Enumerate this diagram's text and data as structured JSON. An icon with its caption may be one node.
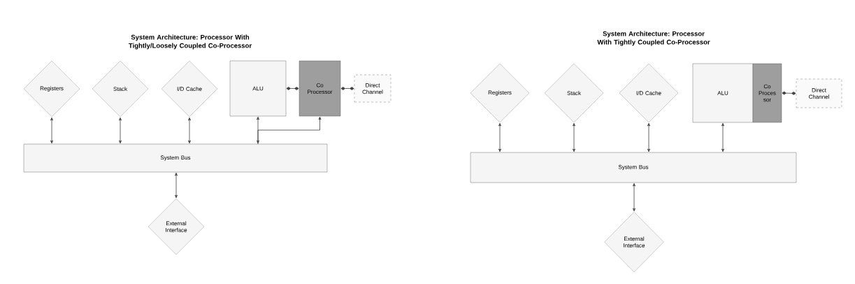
{
  "diagram": {
    "nodes": [
      {
        "text": [
          "Registers"
        ]
      },
      {
        "text": [
          "Stack"
        ]
      },
      {
        "text": [
          "I/D Cache"
        ]
      },
      {
        "text": [
          "ALU"
        ]
      },
      {
        "text": [
          "Co Processor"
        ]
      },
      {
        "text": [
          "Direct Channel"
        ]
      },
      {
        "text": [
          "System Bus"
        ]
      },
      {
        "text": [
          "External Interface"
        ]
      },
      {
        "text": [
          "Registers"
        ]
      },
      {
        "text": [
          "Stack"
        ]
      },
      {
        "text": [
          "I/D Cache"
        ]
      },
      {
        "text": [
          "ALU"
        ]
      },
      {
        "text": [
          "Co Proces sor"
        ]
      },
      {
        "text": [
          "Direct Channel"
        ]
      },
      {
        "text": [
          "System Bus"
        ]
      },
      {
        "text": [
          "External Interface"
        ]
      }
    ],
    "edges": [
      {
        "from": 0,
        "to": 6,
        "arrow": "both"
      },
      {
        "from": 1,
        "to": 6,
        "arrow": "both"
      },
      {
        "from": 2,
        "to": 6,
        "arrow": "both"
      },
      {
        "from": 3,
        "to": 6,
        "arrow": "both"
      },
      {
        "from": 6,
        "to": 4,
        "arrow": "to"
      },
      {
        "from": 3,
        "to": 4,
        "arrow": "other"
      },
      {
        "from": 4,
        "to": 5,
        "arrow": "other"
      },
      {
        "from": 6,
        "to": 7,
        "arrow": "both"
      },
      {
        "from": 8,
        "to": 14,
        "arrow": "both"
      },
      {
        "from": 9,
        "to": 14,
        "arrow": "both"
      },
      {
        "from": 10,
        "to": 14,
        "arrow": "both"
      },
      {
        "from": 11,
        "to": 14,
        "arrow": "both"
      },
      {
        "from": 12,
        "to": 13,
        "arrow": "other"
      },
      {
        "from": 14,
        "to": 15,
        "arrow": "both"
      }
    ],
    "labels": [
      "System Architecture: Processor With Tightly/Loosely Coupled Co-Processor",
      "System Architecture: Processor With Tightly Coupled Co-Processor"
    ]
  }
}
